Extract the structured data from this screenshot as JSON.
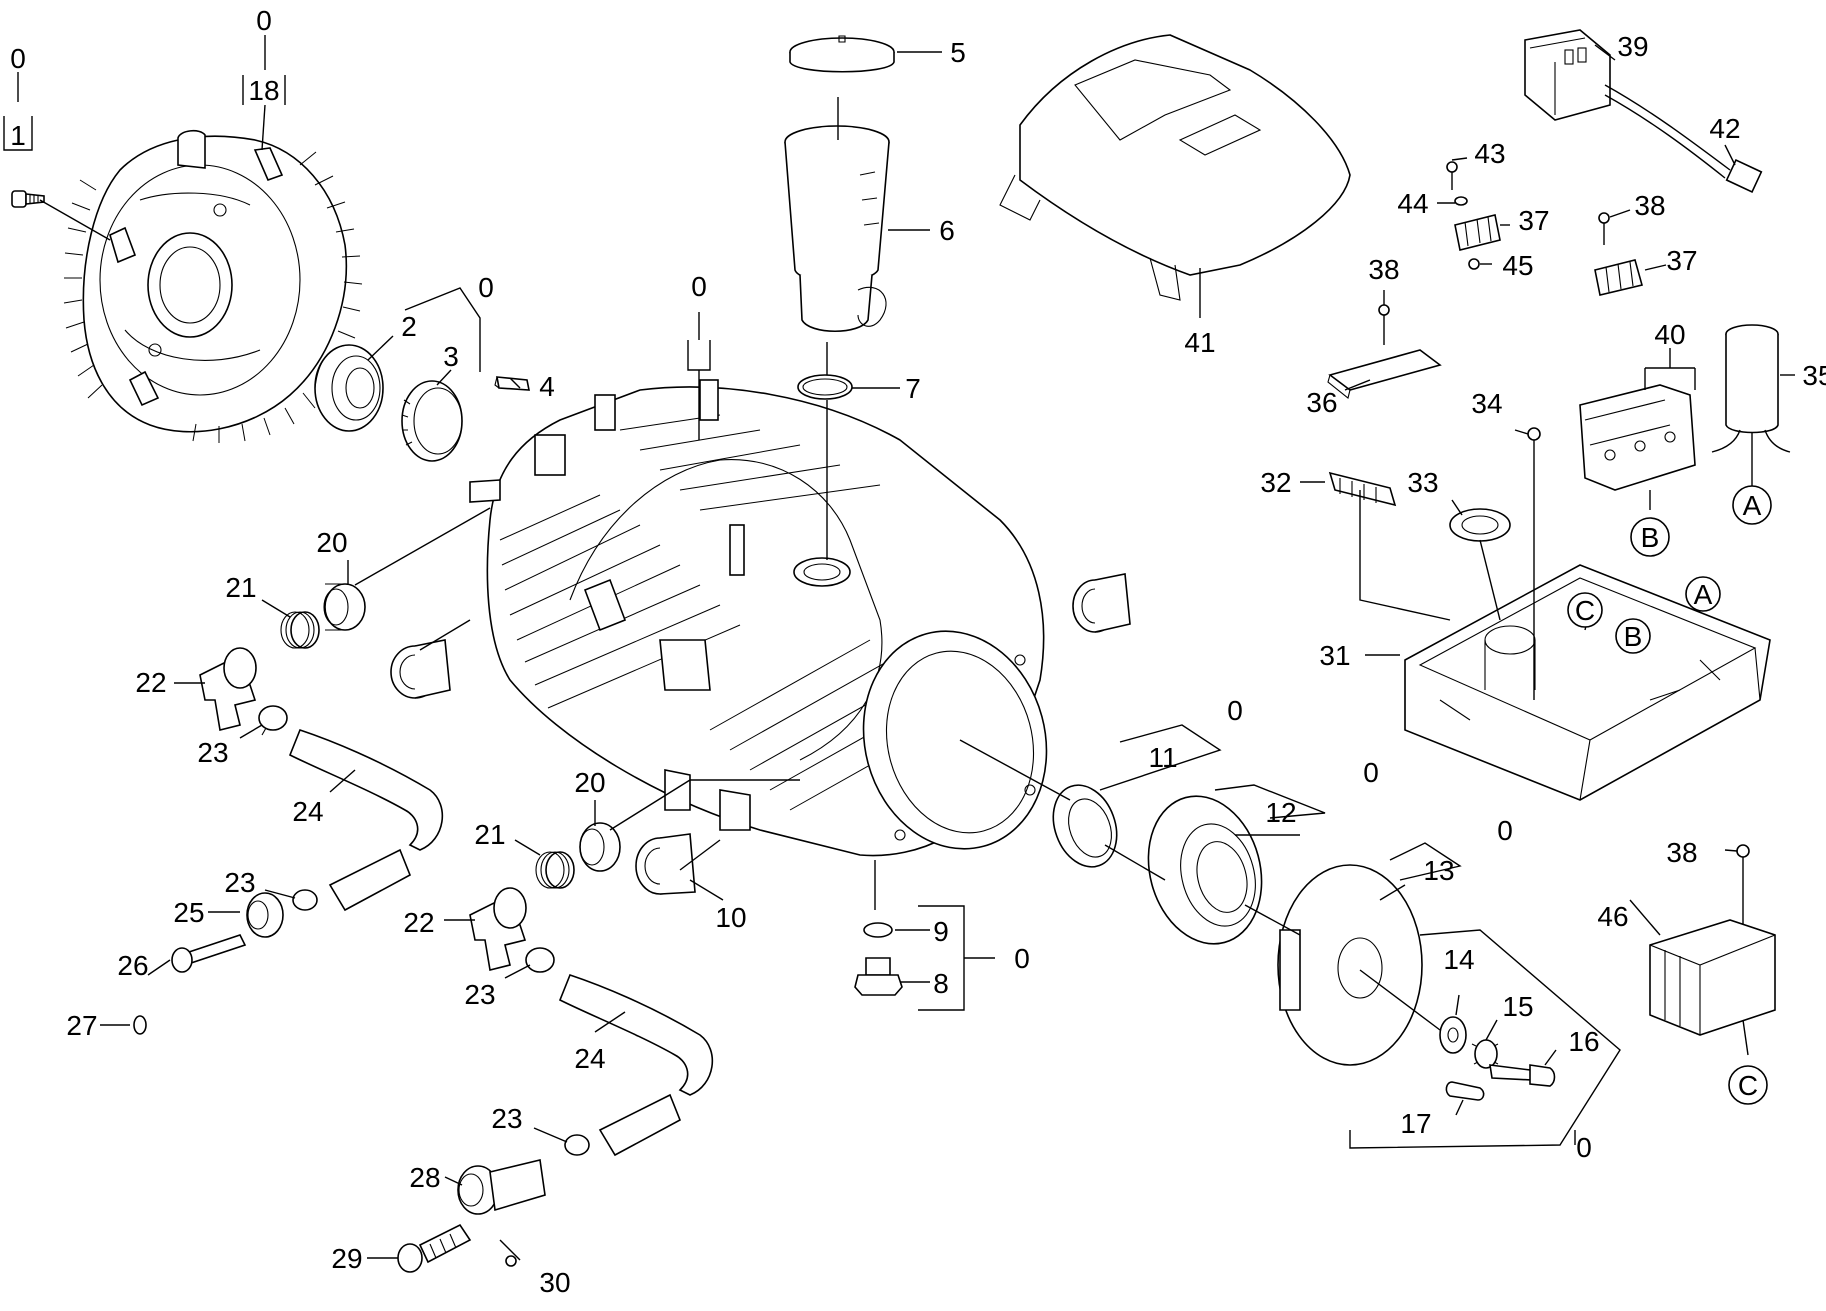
{
  "labels": {
    "l0_a": "0",
    "l1": "1",
    "l0_b": "0",
    "l18": "18",
    "l0_c": "0",
    "l2": "2",
    "l3": "3",
    "l4": "4",
    "l0_d": "0",
    "l5": "5",
    "l6": "6",
    "l7": "7",
    "l20_a": "20",
    "l21_a": "21",
    "l22_a": "22",
    "l23_a": "23",
    "l24_a": "24",
    "l23_b": "23",
    "l25": "25",
    "l26": "26",
    "l27": "27",
    "l20_b": "20",
    "l21_b": "21",
    "l22_b": "22",
    "l23_c": "23",
    "l24_b": "24",
    "l23_d": "23",
    "l28": "28",
    "l29": "29",
    "l30": "30",
    "l10": "10",
    "l9": "9",
    "l8": "8",
    "l0_e": "0",
    "l0_f": "0",
    "l11": "11",
    "l0_g": "0",
    "l12": "12",
    "l0_h": "0",
    "l13": "13",
    "l14": "14",
    "l15": "15",
    "l16": "16",
    "l17": "17",
    "l0_i": "0",
    "l41": "41",
    "l39": "39",
    "l42": "42",
    "l43": "43",
    "l44": "44",
    "l37_a": "37",
    "l45": "45",
    "l38_a": "38",
    "l37_b": "37",
    "l38_b": "38",
    "l36": "36",
    "l40": "40",
    "l35": "35",
    "l34": "34",
    "l32": "32",
    "l33": "33",
    "l31": "31",
    "l38_c": "38",
    "l46": "46",
    "cA1": "A",
    "cB1": "B",
    "cA2": "A",
    "cB2": "B",
    "cC1": "C",
    "cC2": "C"
  }
}
